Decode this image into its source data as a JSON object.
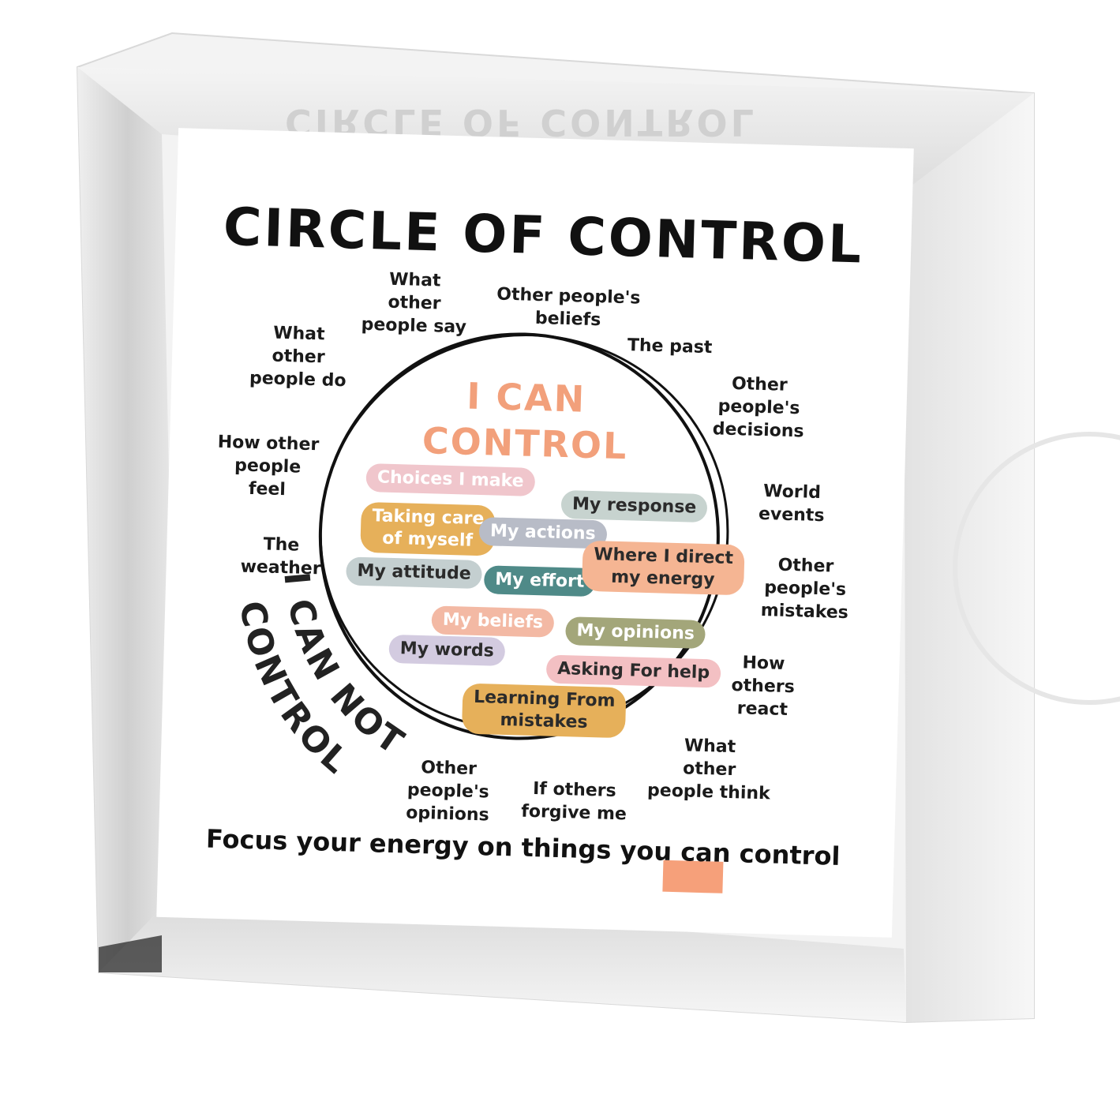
{
  "title": "CIRCLE OF CONTROL",
  "inner_title": "I CAN\nCONTROL",
  "outer_title": "I CAN NOT\nCONTROL",
  "footer": "Focus your energy on things you can control",
  "colors": {
    "inner_title": "#f2a07b",
    "swatch": "#f6a07a",
    "pill_pink": "#f0c6cc",
    "pill_mustard": "#e6b05a",
    "pill_grey": "#b8bcc7",
    "pill_sage": "#c7d3cf",
    "pill_orange": "#f5b593",
    "pill_teal": "#4f8a88",
    "pill_green": "#a3a67a",
    "pill_lavender": "#d3cbe0",
    "pill_rose": "#f3c0c3",
    "pill_slate": "#c4cfd0"
  },
  "outside_items": [
    "What\nother\npeople say",
    "Other people's\nbeliefs",
    "The past",
    "What\nother\npeople do",
    "Other\npeople's\ndecisions",
    "How other\npeople\nfeel",
    "World\nevents",
    "The\nweather",
    "Other\npeople's\nmistakes",
    "How\nothers\nreact",
    "What\nother\npeople think",
    "Other\npeople's\nopinions",
    "If others\nforgive me"
  ],
  "inside_items": [
    "Choices I make",
    "Taking care\nof myself",
    "My response",
    "My actions",
    "My attitude",
    "My effort",
    "Where I direct\nmy energy",
    "My beliefs",
    "My opinions",
    "My words",
    "Asking For help",
    "Learning From\nmistakes"
  ]
}
